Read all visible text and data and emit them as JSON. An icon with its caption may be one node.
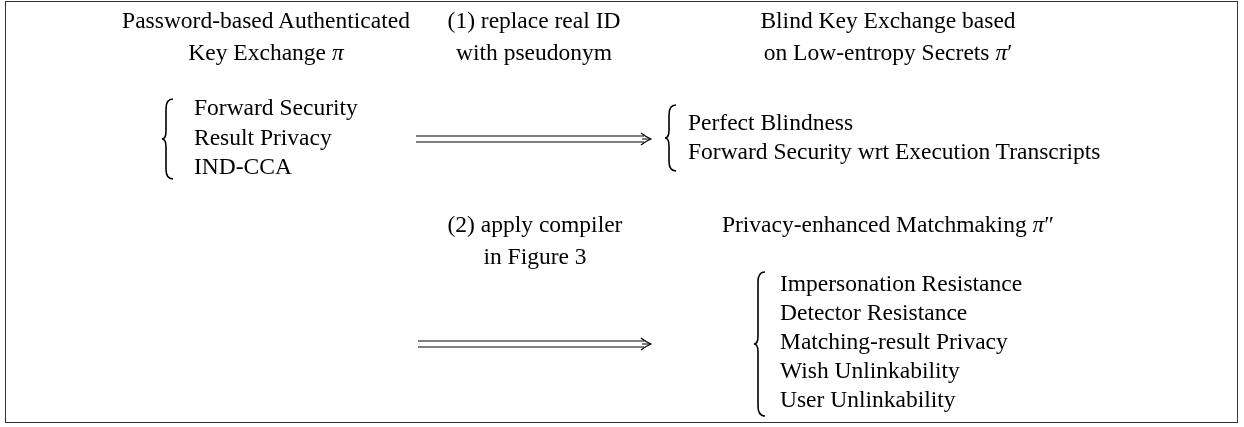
{
  "diagram": {
    "nodes": [
      {
        "text": [
          "Password-based Authenticated Key Exchange *π*",
          "Forward Security",
          "Result Privacy",
          "IND-CCA"
        ]
      },
      {
        "text": [
          "Blind Key Exchange based on Low-entropy Secrets *π*′",
          "Perfect Blindness",
          "Forward Security wrt Execution Transcripts"
        ]
      },
      {
        "text": [
          "Privacy-enhanced Matchmaking *π*″",
          "Impersonation Resistance",
          "Detector Resistance",
          "Matching-result Privacy",
          "Wish Unlinkability",
          "User Unlinkability"
        ]
      }
    ],
    "edges": [
      {
        "from": 0,
        "to": 1,
        "arrow": "to",
        "label": "(1) replace real ID with pseudonym"
      },
      {
        "from": null,
        "to": 2,
        "arrow": "to",
        "label": "(2) apply compiler in Figure 3"
      }
    ]
  }
}
